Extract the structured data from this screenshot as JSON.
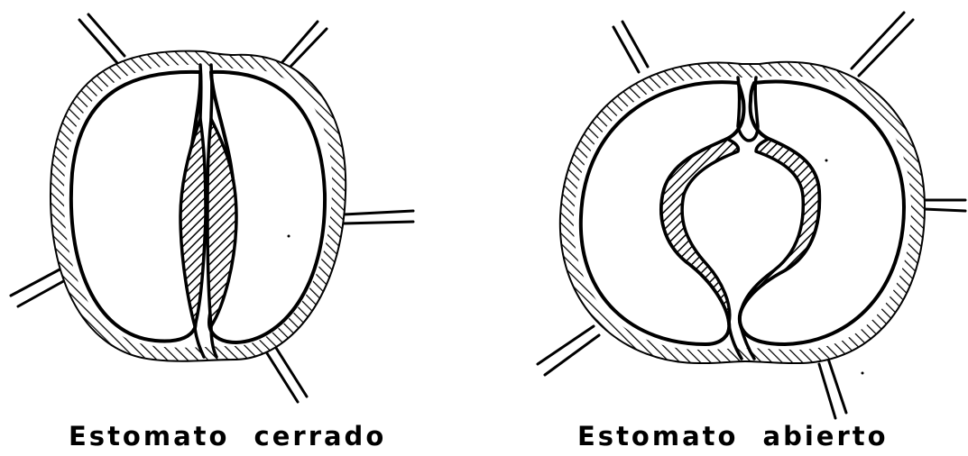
{
  "panels": [
    {
      "id": "closed",
      "caption": "Estomato cerrado"
    },
    {
      "id": "open",
      "caption": "Estomato abierto"
    }
  ],
  "colors": {
    "ink": "#000000",
    "paper": "#ffffff"
  }
}
